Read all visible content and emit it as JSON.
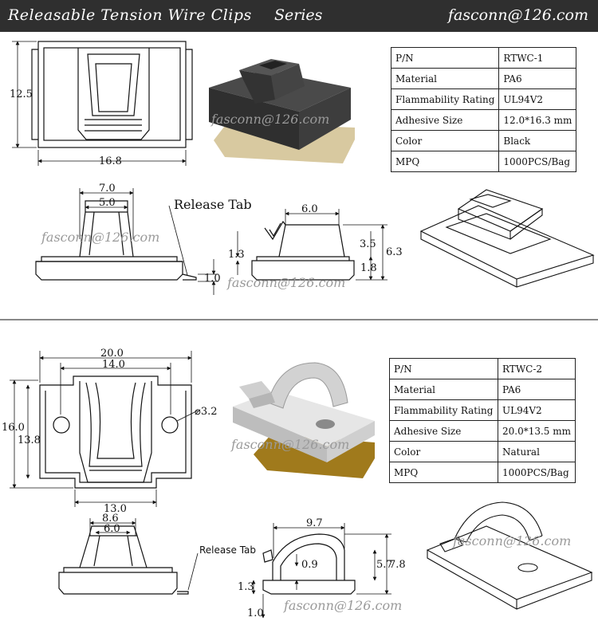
{
  "header": {
    "title": "Releasable Tension Wire Clips",
    "series": "Series",
    "email": "fasconn@126.com"
  },
  "watermark": "fasconn@126.com",
  "products": [
    {
      "specs": [
        {
          "key": "P/N",
          "value": "RTWC-1"
        },
        {
          "key": "Material",
          "value": "PA6"
        },
        {
          "key": "Flammability Rating",
          "value": "UL94V2"
        },
        {
          "key": "Adhesive Size",
          "value": "12.0*16.3 mm"
        },
        {
          "key": "Color",
          "value": "Black"
        },
        {
          "key": "MPQ",
          "value": "1000PCS/Bag"
        }
      ],
      "color_hex": "#3a3a3a",
      "adhesive_hex": "#d8c9a0",
      "dims": {
        "top_height": "12.5",
        "top_width": "16.8",
        "front_outer": "7.0",
        "front_inner": "5.0",
        "release_tab": "Release Tab",
        "base_thickness": "1.0",
        "side_top": "6.0",
        "side_3": "3.5",
        "side_total": "6.3",
        "side_left": "1.3",
        "side_base": "1.8"
      }
    },
    {
      "specs": [
        {
          "key": "P/N",
          "value": "RTWC-2"
        },
        {
          "key": "Material",
          "value": "PA6"
        },
        {
          "key": "Flammability Rating",
          "value": "UL94V2"
        },
        {
          "key": "Adhesive Size",
          "value": "20.0*13.5 mm"
        },
        {
          "key": "Color",
          "value": "Natural"
        },
        {
          "key": "MPQ",
          "value": "1000PCS/Bag"
        }
      ],
      "color_hex": "#dcdcdc",
      "adhesive_hex": "#a07a1c",
      "dims": {
        "top_width": "20.0",
        "top_inner": "14.0",
        "hole": "⌀3.2",
        "height_outer": "16.0",
        "height_inner": "13.8",
        "bottom_width": "13.0",
        "front_outer": "8.6",
        "front_inner": "6.0",
        "release_tab": "Release Tab",
        "side_top": "9.7",
        "side_09": "0.9",
        "side_57": "5.7",
        "side_78": "7.8",
        "side_13": "1.3",
        "side_10": "1.0"
      }
    }
  ]
}
